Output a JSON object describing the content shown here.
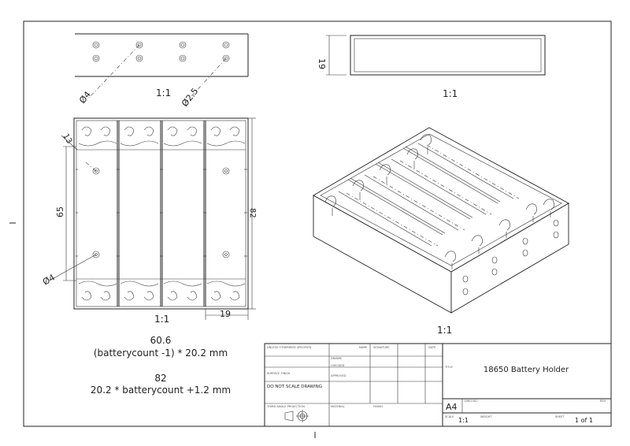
{
  "views": {
    "top_scale": "1:1",
    "front_scale": "1:1",
    "plan_scale": "1:1",
    "iso_scale": "1:1"
  },
  "dimensions": {
    "hole_large": "Ø4",
    "hole_small": "Ø2.5",
    "front_height": "19",
    "plan_edge": "13",
    "plan_hole": "Ø4",
    "plan_height": "65",
    "plan_width_side": "82",
    "plan_gap": "19"
  },
  "formulas": {
    "line1_value": "60.6",
    "line1_expr": "(batterycount -1) * 20.2 mm",
    "line2_value": "82",
    "line2_expr": "20.2 * batterycount +1.2 mm"
  },
  "title_block": {
    "title": "18650 Battery Holder",
    "size": "A4",
    "scale": "1:1",
    "sheet": "1 of 1",
    "do_not_scale": "DO NOT SCALE DRAWING",
    "hdr_name": "NAME",
    "hdr_signature": "SIGNATURE",
    "hdr_date": "DATE",
    "unless": "UNLESS OTHERWISE SPECIFIED",
    "drawn": "DRAWN",
    "checked": "CHECKED",
    "approved": "APPROVED",
    "surface": "SURFACE FINISH",
    "material": "MATERIAL",
    "finish": "FINISH",
    "title_lbl": "TITLE",
    "dwg_no": "DWG NO.",
    "scale_lbl": "SCALE",
    "weight_lbl": "WEIGHT",
    "sheet_lbl": "SHEET",
    "rev_lbl": "REV",
    "angle": "THIRD ANGLE PROJECTION"
  }
}
